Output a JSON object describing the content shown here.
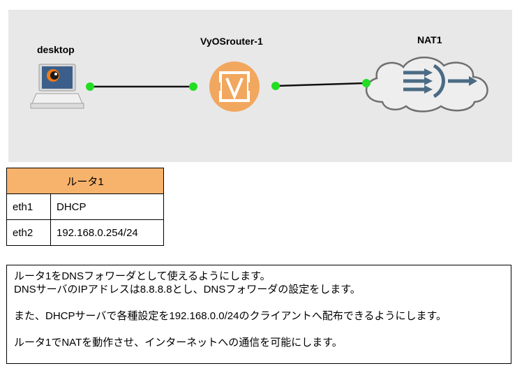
{
  "topology": {
    "nodes": [
      {
        "id": "desktop",
        "label": "desktop"
      },
      {
        "id": "router",
        "label": "VyOSrouter-1"
      },
      {
        "id": "nat",
        "label": "NAT1"
      }
    ],
    "links": [
      {
        "from": "desktop",
        "to": "router"
      },
      {
        "from": "router",
        "to": "nat"
      }
    ],
    "colors": {
      "canvas_bg": "#e8e8e8",
      "link_dot": "#22dd22",
      "router_orange": "#f2a75f",
      "table_header": "#f7b26b"
    }
  },
  "router_table": {
    "title": "ルータ1",
    "rows": [
      {
        "iface": "eth1",
        "value": "DHCP"
      },
      {
        "iface": "eth2",
        "value": "192.168.0.254/24"
      }
    ]
  },
  "notes": {
    "line1": "ルータ1をDNSフォワーダとして使えるようにします。",
    "line2": "DNSサーバのIPアドレスは8.8.8.8とし、DNSフォワーダの設定をします。",
    "line3": "また、DHCPサーバで各種設定を192.168.0.0/24のクライアントへ配布できるようにします。",
    "line4": "ルータ1でNATを動作させ、インターネットへの通信を可能にします。"
  }
}
